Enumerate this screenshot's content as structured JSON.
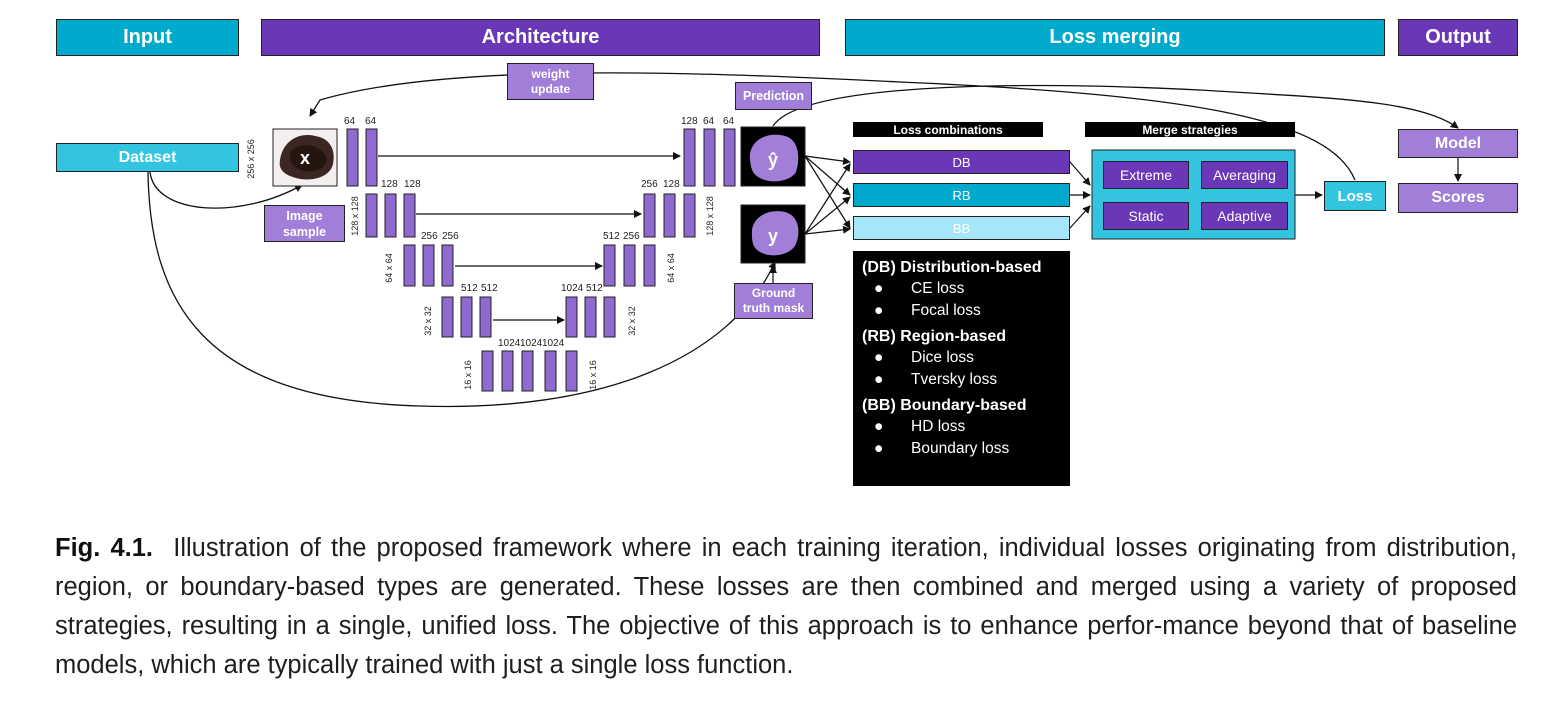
{
  "headers": {
    "input": "Input",
    "architecture": "Architecture",
    "loss_merging": "Loss merging",
    "output": "Output"
  },
  "nodes": {
    "dataset": "Dataset",
    "weight_update": "weight update",
    "image_sample": "Image sample",
    "image_symbol": "x",
    "prediction": "Prediction",
    "prediction_symbol": "ŷ",
    "ground_truth": "Ground truth mask",
    "gt_symbol": "y",
    "loss": "Loss",
    "model": "Model",
    "scores": "Scores"
  },
  "unet": {
    "channels": {
      "e1": [
        "64",
        "64"
      ],
      "e2": [
        "128",
        "128"
      ],
      "e3": [
        "256",
        "256"
      ],
      "e4": [
        "512",
        "512"
      ],
      "bottleneck": [
        "1024",
        "1024",
        "1024"
      ],
      "d4": [
        "1024",
        "512"
      ],
      "d3": [
        "512",
        "256"
      ],
      "d2": [
        "256",
        "128"
      ],
      "d1": [
        "128",
        "64",
        "64"
      ]
    },
    "resolutions": {
      "r256": "256 x 256",
      "r128_left": "128 x 128",
      "r128_right": "128 x 128",
      "r64_left": "64 x 64",
      "r64_right": "64 x 64",
      "r32_left": "32 x 32",
      "r32_right": "32 x 32",
      "r16_left": "16 x 16",
      "r16_right": "16 x 16"
    }
  },
  "loss_combinations": {
    "title": "Loss combinations",
    "items": [
      "DB",
      "RB",
      "BB"
    ]
  },
  "merge_strategies": {
    "title": "Merge strategies",
    "items": [
      "Extreme",
      "Averaging",
      "Static",
      "Adaptive"
    ]
  },
  "legend": {
    "groups": [
      {
        "abbr": "(DB)",
        "title": "Distribution-based",
        "items": [
          "CE loss",
          "Focal loss"
        ]
      },
      {
        "abbr": "(RB)",
        "title": "Region-based",
        "items": [
          "Dice loss",
          "Tversky loss"
        ]
      },
      {
        "abbr": "(BB)",
        "title": "Boundary-based",
        "items": [
          "HD loss",
          "Boundary loss"
        ]
      }
    ]
  },
  "caption": {
    "label": "Fig. 4.1.",
    "text": "Illustration of the proposed framework where in each training iteration, individual losses originating from distribution, region, or boundary-based types are generated.  These losses are then combined and merged using a variety of proposed strategies, resulting in a single, unified loss. The objective of this approach is to enhance perfor-mance beyond that of baseline models, which are typically trained with just a single loss function."
  },
  "colors": {
    "teal": "#00aacc",
    "light_teal": "#33c4e0",
    "purple": "#6a38b6",
    "light_purple": "#a17fd8",
    "block_purple": "#8f6ad0",
    "pale_blue": "#a6e6fa"
  }
}
